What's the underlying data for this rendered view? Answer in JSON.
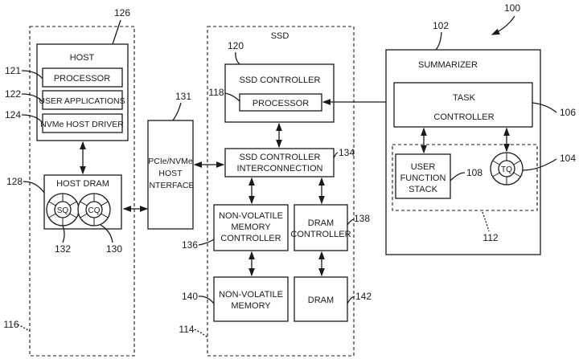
{
  "figure_ref": "100",
  "host_system": {
    "ref": "116",
    "host": {
      "ref": "126",
      "label": "HOST",
      "processor": {
        "ref": "121",
        "label": "PROCESSOR"
      },
      "user_applications": {
        "ref": "122",
        "label": "USER APPLICATIONS"
      },
      "nvme_driver": {
        "ref": "124",
        "label": "NVMe HOST DRIVER"
      }
    },
    "host_dram": {
      "ref": "128",
      "label": "HOST DRAM",
      "sq": {
        "ref": "132",
        "label": "SQ"
      },
      "cq": {
        "ref": "130",
        "label": "CQ"
      }
    }
  },
  "host_interface": {
    "ref": "131",
    "lines": [
      "PCIe/NVMe",
      "HOST",
      "INTERFACE"
    ]
  },
  "ssd": {
    "ref": "114",
    "label": "SSD",
    "controller": {
      "ref": "120",
      "label": "SSD CONTROLLER",
      "processor": {
        "ref": "118",
        "label": "PROCESSOR"
      }
    },
    "interconnection": {
      "ref": "134",
      "lines": [
        "SSD CONTROLLER",
        "INTERCONNECTION"
      ]
    },
    "nvm_controller": {
      "ref": "136",
      "lines": [
        "NON-VOLATILE",
        "MEMORY",
        "CONTROLLER"
      ]
    },
    "dram_controller": {
      "ref": "138",
      "lines": [
        "DRAM",
        "CONTROLLER"
      ]
    },
    "nvm": {
      "ref": "140",
      "lines": [
        "NON-VOLATILE",
        "MEMORY"
      ]
    },
    "dram": {
      "ref": "142",
      "label": "DRAM"
    }
  },
  "summarizer": {
    "ref": "102",
    "label": "SUMMARIZER",
    "task_controller": {
      "ref": "106",
      "lines": [
        "TASK",
        "CONTROLLER"
      ]
    },
    "group": {
      "ref": "112"
    },
    "user_function_stack": {
      "ref": "108",
      "lines": [
        "USER",
        "FUNCTION",
        "STACK"
      ]
    },
    "tq": {
      "ref": "104",
      "label": "TQ"
    }
  }
}
